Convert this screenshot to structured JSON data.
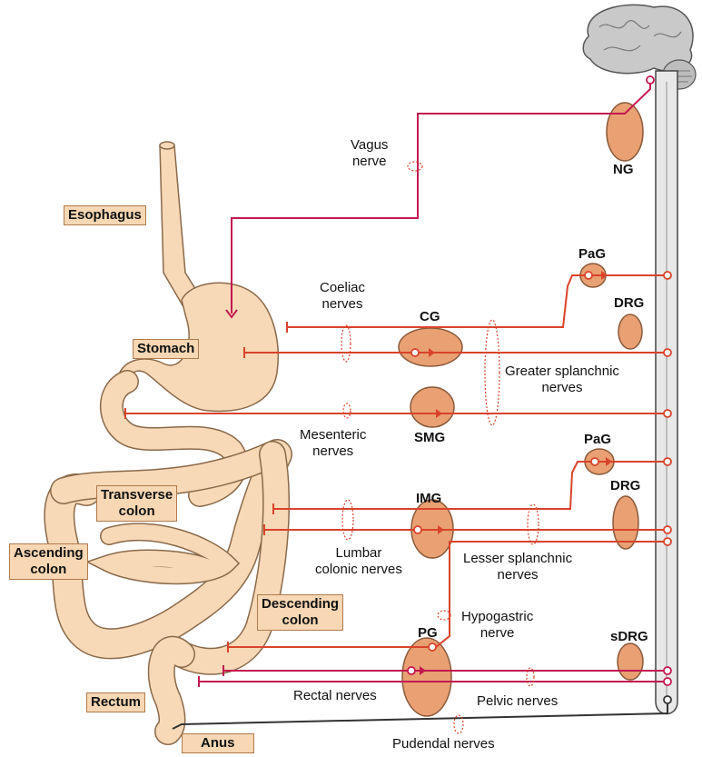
{
  "organs": {
    "esophagus": "Esophagus",
    "stomach": "Stomach",
    "transverse_colon": [
      "Transverse",
      "colon"
    ],
    "ascending_colon": [
      "Ascending",
      "colon"
    ],
    "descending_colon": [
      "Descending",
      "colon"
    ],
    "rectum": "Rectum",
    "anus": "Anus"
  },
  "ganglia": {
    "ng": "NG",
    "pag_upper": "PaG",
    "drg_upper": "DRG",
    "cg": "CG",
    "smg": "SMG",
    "pag_lower": "PaG",
    "drg_lower": "DRG",
    "img": "IMG",
    "pg": "PG",
    "sdrg": "sDRG"
  },
  "nerves": {
    "vagus": [
      "Vagus",
      "nerve"
    ],
    "coeliac": [
      "Coeliac",
      "nerves"
    ],
    "greater_splanchnic": [
      "Greater splanchnic",
      "nerves"
    ],
    "mesenteric": [
      "Mesenteric",
      "nerves"
    ],
    "lumbar_colonic": [
      "Lumbar",
      "colonic nerves"
    ],
    "lesser_splanchnic": [
      "Lesser splanchnic",
      "nerves"
    ],
    "hypogastric": [
      "Hypogastric",
      "nerve"
    ],
    "rectal": "Rectal nerves",
    "pelvic": "Pelvic nerves",
    "pudendal": "Pudendal nerves"
  },
  "colors": {
    "gut_fill": "#f7d9b8",
    "gut_stroke": "#8a6a4a",
    "ganglion_fill": "#e9a073",
    "nerve_red": "#d9432b",
    "nerve_magenta": "#c2184f",
    "label_box_fill": "#f7d7b4"
  }
}
